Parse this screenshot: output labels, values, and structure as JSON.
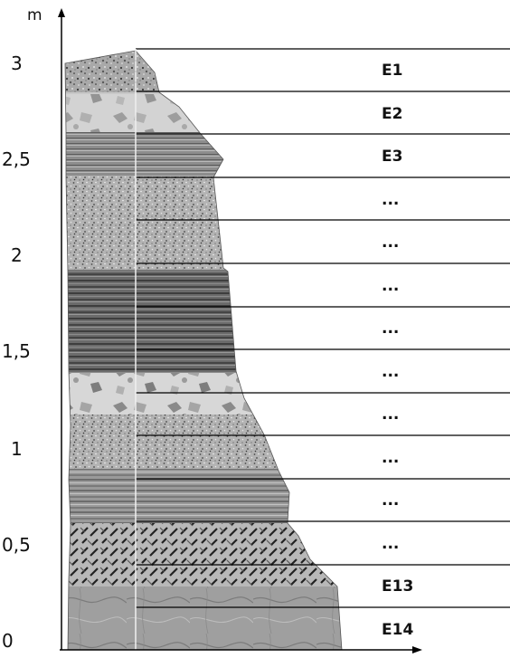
{
  "axis": {
    "unit": "m",
    "ticks": [
      "0",
      "0,5",
      "1",
      "1,5",
      "2",
      "2,5",
      "3"
    ]
  },
  "layers": [
    {
      "label": "E1"
    },
    {
      "label": "E2"
    },
    {
      "label": "E3"
    },
    {
      "label": "..."
    },
    {
      "label": "..."
    },
    {
      "label": "..."
    },
    {
      "label": "..."
    },
    {
      "label": "..."
    },
    {
      "label": "..."
    },
    {
      "label": "..."
    },
    {
      "label": "..."
    },
    {
      "label": "..."
    },
    {
      "label": "E13"
    },
    {
      "label": "E14"
    }
  ]
}
